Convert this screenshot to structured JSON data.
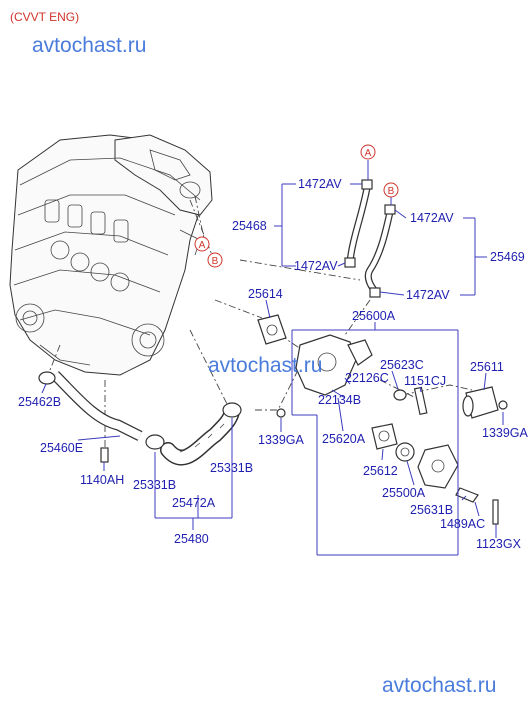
{
  "header": {
    "engine_type": "(CVVT ENG)"
  },
  "watermark": {
    "text": "avtochast.ru"
  },
  "markers": {
    "a": "A",
    "b": "B"
  },
  "parts": {
    "p1472av": "1472AV",
    "p25468": "25468",
    "p25469": "25469",
    "p25614": "25614",
    "p25600a": "25600A",
    "p25623c": "25623C",
    "p22126c": "22126C",
    "p1151cj": "1151CJ",
    "p25611": "25611",
    "p22134b": "22134B",
    "p1339ga": "1339GA",
    "p25620a": "25620A",
    "p25612": "25612",
    "p25500a": "25500A",
    "p25631b": "25631B",
    "p1489ac": "1489AC",
    "p1123gx": "1123GX",
    "p25462b": "25462B",
    "p25460e": "25460E",
    "p1140ah": "1140AH",
    "p25331b": "25331B",
    "p25472a": "25472A",
    "p25480": "25480"
  }
}
